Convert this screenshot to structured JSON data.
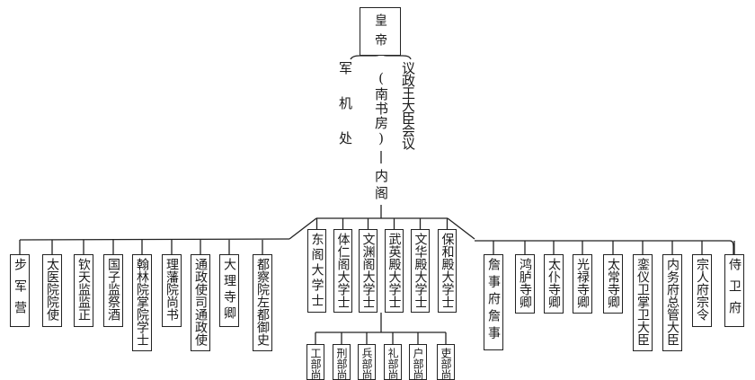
{
  "emperor": "皇帝",
  "grand_council": "军机处",
  "southern_study": "(南书房)",
  "deliberative_council": "议政王大臣会议",
  "grand_secretariat": "内阁",
  "grand_secretaries": [
    "东阁大学士",
    "体仁阁大学士",
    "文渊阁大学士",
    "武英殿大学士",
    "文华殿大学士",
    "保和殿大学士"
  ],
  "ministries": [
    "工部尚",
    "刑部尚",
    "兵部尚",
    "礼部尚",
    "户部尚",
    "吏部尚"
  ],
  "left_offices": [
    "步军营",
    "太医院院使",
    "钦天监监正",
    "国子监祭酒",
    "翰林院掌院学士",
    "理藩院尚书",
    "通政使司通政使",
    "大理寺卿",
    "都察院左都御史"
  ],
  "right_offices": [
    "詹事府詹事",
    "鸿胪寺卿",
    "太仆寺卿",
    "光禄寺卿",
    "太常寺卿",
    "銮仪卫掌卫大臣",
    "内务府总管大臣",
    "宗人府宗令",
    "侍卫府"
  ]
}
